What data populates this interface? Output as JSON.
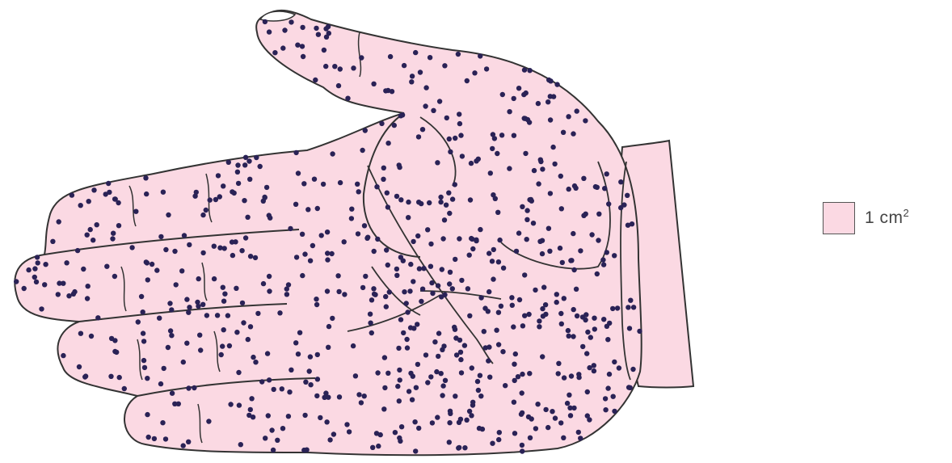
{
  "legend": {
    "number": "1",
    "unit": "cm",
    "exponent": "2",
    "swatch_color": "#fbd9e3"
  },
  "colors": {
    "skin": "#fbd9e3",
    "outline": "#333333",
    "dot": "#2a2256"
  }
}
